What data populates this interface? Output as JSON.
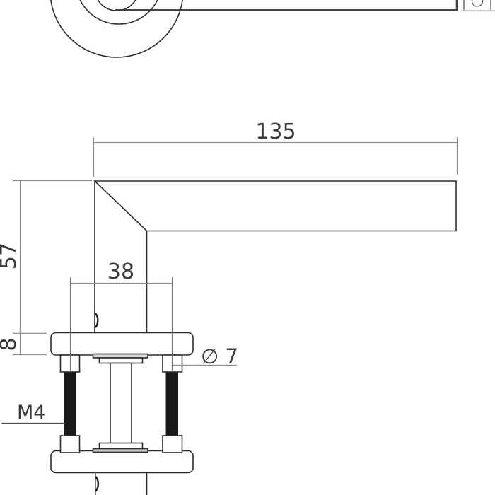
{
  "drawing": {
    "dimensions": {
      "lever_length_mm": "135",
      "handle_height_mm": "57",
      "screw_spacing_mm": "38",
      "rose_thickness_mm": "8",
      "hole_diameter": "∅ 7",
      "screw_thread": "M4"
    },
    "colors": {
      "object_line": "#2d2d2d",
      "dimension_line": "#8c8c8c",
      "label_text": "#3b3b3b"
    }
  }
}
